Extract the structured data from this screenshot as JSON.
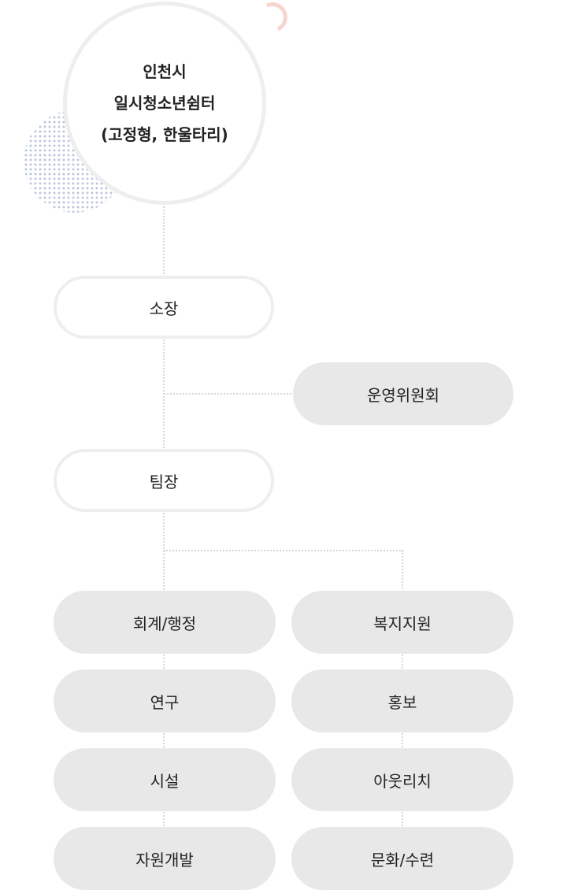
{
  "root": {
    "lines": [
      "인천시",
      "일시청소년쉼터",
      "(고정형, 한울타리)"
    ]
  },
  "director": {
    "label": "소장"
  },
  "committee": {
    "label": "운영위원회"
  },
  "team_leader": {
    "label": "팀장"
  },
  "left_column": [
    {
      "label": "회계/행정"
    },
    {
      "label": "연구"
    },
    {
      "label": "시설"
    },
    {
      "label": "자원개발"
    }
  ],
  "right_column": [
    {
      "label": "복지지원"
    },
    {
      "label": "홍보"
    },
    {
      "label": "아웃리치"
    },
    {
      "label": "문화/수련"
    }
  ],
  "colors": {
    "outline_border": "#eeeeee",
    "filled_background": "#e8e8e8",
    "connector": "#d6d6d6",
    "dot_pattern": "#b4c0dc",
    "accent_ring": "#f7d5cf"
  }
}
